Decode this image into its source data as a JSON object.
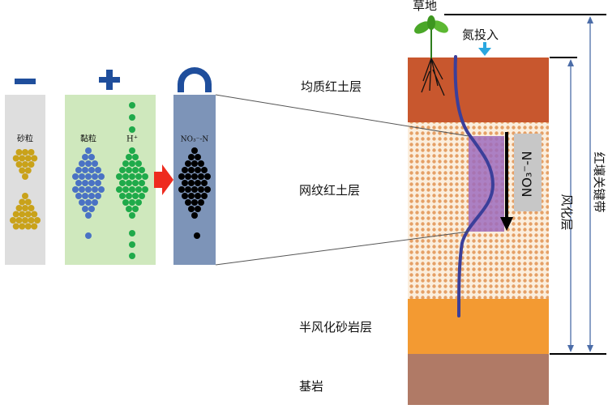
{
  "labels": {
    "grassland": "草地",
    "nitrogen_input": "氮投入",
    "layer_homogeneous": "均质红土层",
    "layer_reticulate": "网纹红土层",
    "layer_semiweathered": "半风化砂岩层",
    "bedrock": "基岩",
    "weathered_zone": "风化层",
    "critical_zone": "红壤关键带",
    "sand_particle": "砂粒",
    "clay_particle": "黏粒",
    "hydrogen_ion": "H⁺",
    "nitrate_panel": "NO₃⁻-N",
    "nitrate_arrow": "NO₃⁻-N",
    "minus_sign": "−",
    "plus_sign": "+"
  },
  "colors": {
    "homogeneous_layer": "#c8572e",
    "reticulate_bg": "#fbeedd",
    "reticulate_dots": "#e5a066",
    "semiweathered_layer": "#f39a32",
    "bedrock_layer": "#b07a66",
    "root_line": "#3b3f9a",
    "purple_zone": "#9e6cbe",
    "sand_panel": "#dedede",
    "sand_dot": "#c9a21a",
    "clay_panel": "#cfe8bd",
    "clay_dot": "#4a72c4",
    "h_dot": "#1faa4a",
    "nitrate_panel": "#7d94b8",
    "nitrate_dot": "#000000",
    "sign_color": "#1f4e9c",
    "arrow_red": "#ee2b1f",
    "input_arrow": "#2aa7e0"
  }
}
